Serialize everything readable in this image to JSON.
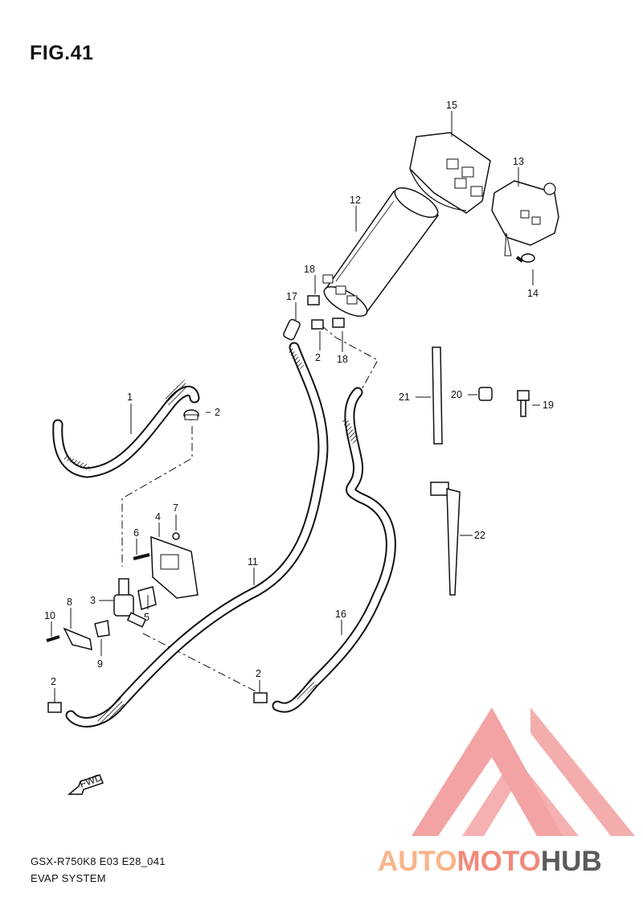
{
  "figure": {
    "title": "FIG.41",
    "model_code": "GSX-R750K8 E03 E28_041",
    "section_name": "EVAP SYSTEM"
  },
  "callouts": [
    "1",
    "2",
    "2",
    "2",
    "2",
    "3",
    "4",
    "5",
    "6",
    "7",
    "8",
    "9",
    "10",
    "11",
    "12",
    "13",
    "14",
    "15",
    "16",
    "17",
    "18",
    "18",
    "19",
    "20",
    "21",
    "22"
  ],
  "fwd_label": "FWD",
  "watermark": {
    "part1": "AUTO",
    "part2": "MOTO",
    "part3": "HUB",
    "color_light": "#f9b58a",
    "color_mid": "#f08a7a",
    "color_dark": "#5a5a5a",
    "logo_color": "#f29a9a"
  }
}
